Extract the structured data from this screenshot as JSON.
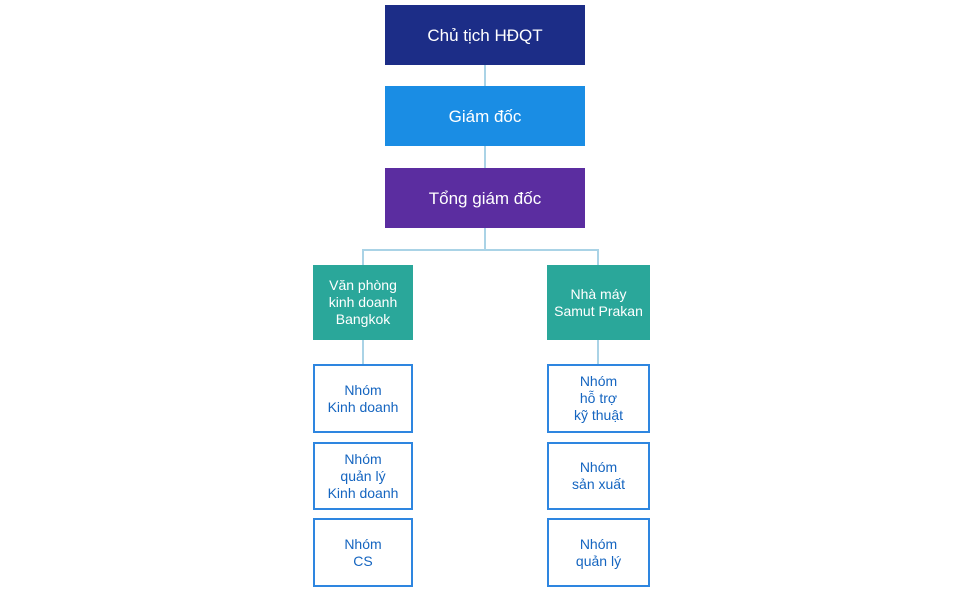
{
  "org_chart": {
    "type": "org-tree",
    "nodes": {
      "chairman": {
        "label": "Chủ tịch HĐQT"
      },
      "director": {
        "label": "Giám đốc"
      },
      "general_director": {
        "label": "Tổng giám đốc"
      },
      "bangkok_sales_office": {
        "label": "Văn phòng\nkinh doanh\nBangkok"
      },
      "samut_prakan_factory": {
        "label": "Nhà máy\nSamut Prakan"
      },
      "sales_team": {
        "label": "Nhóm\nKinh doanh"
      },
      "sales_management_team": {
        "label": "Nhóm\nquản lý\nKinh doanh"
      },
      "cs_team": {
        "label": "Nhóm\nCS"
      },
      "tech_support_team": {
        "label": "Nhóm\nhỗ trợ\nkỹ thuật"
      },
      "production_team": {
        "label": "Nhóm\nsản xuất"
      },
      "management_team": {
        "label": "Nhóm\nquản lý"
      }
    },
    "edges": [
      [
        "chairman",
        "director"
      ],
      [
        "director",
        "general_director"
      ],
      [
        "general_director",
        "bangkok_sales_office"
      ],
      [
        "general_director",
        "samut_prakan_factory"
      ],
      [
        "bangkok_sales_office",
        "sales_team"
      ],
      [
        "samut_prakan_factory",
        "tech_support_team"
      ]
    ]
  },
  "colors": {
    "level1_bg": "#1c2d87",
    "level2_bg": "#1a8de4",
    "level3_bg": "#5b2da0",
    "branch_bg": "#2aa79a",
    "leaf_border": "#2e86e0",
    "leaf_text": "#1565c0",
    "connector": "#aad3e6",
    "node_text": "#ffffff"
  }
}
